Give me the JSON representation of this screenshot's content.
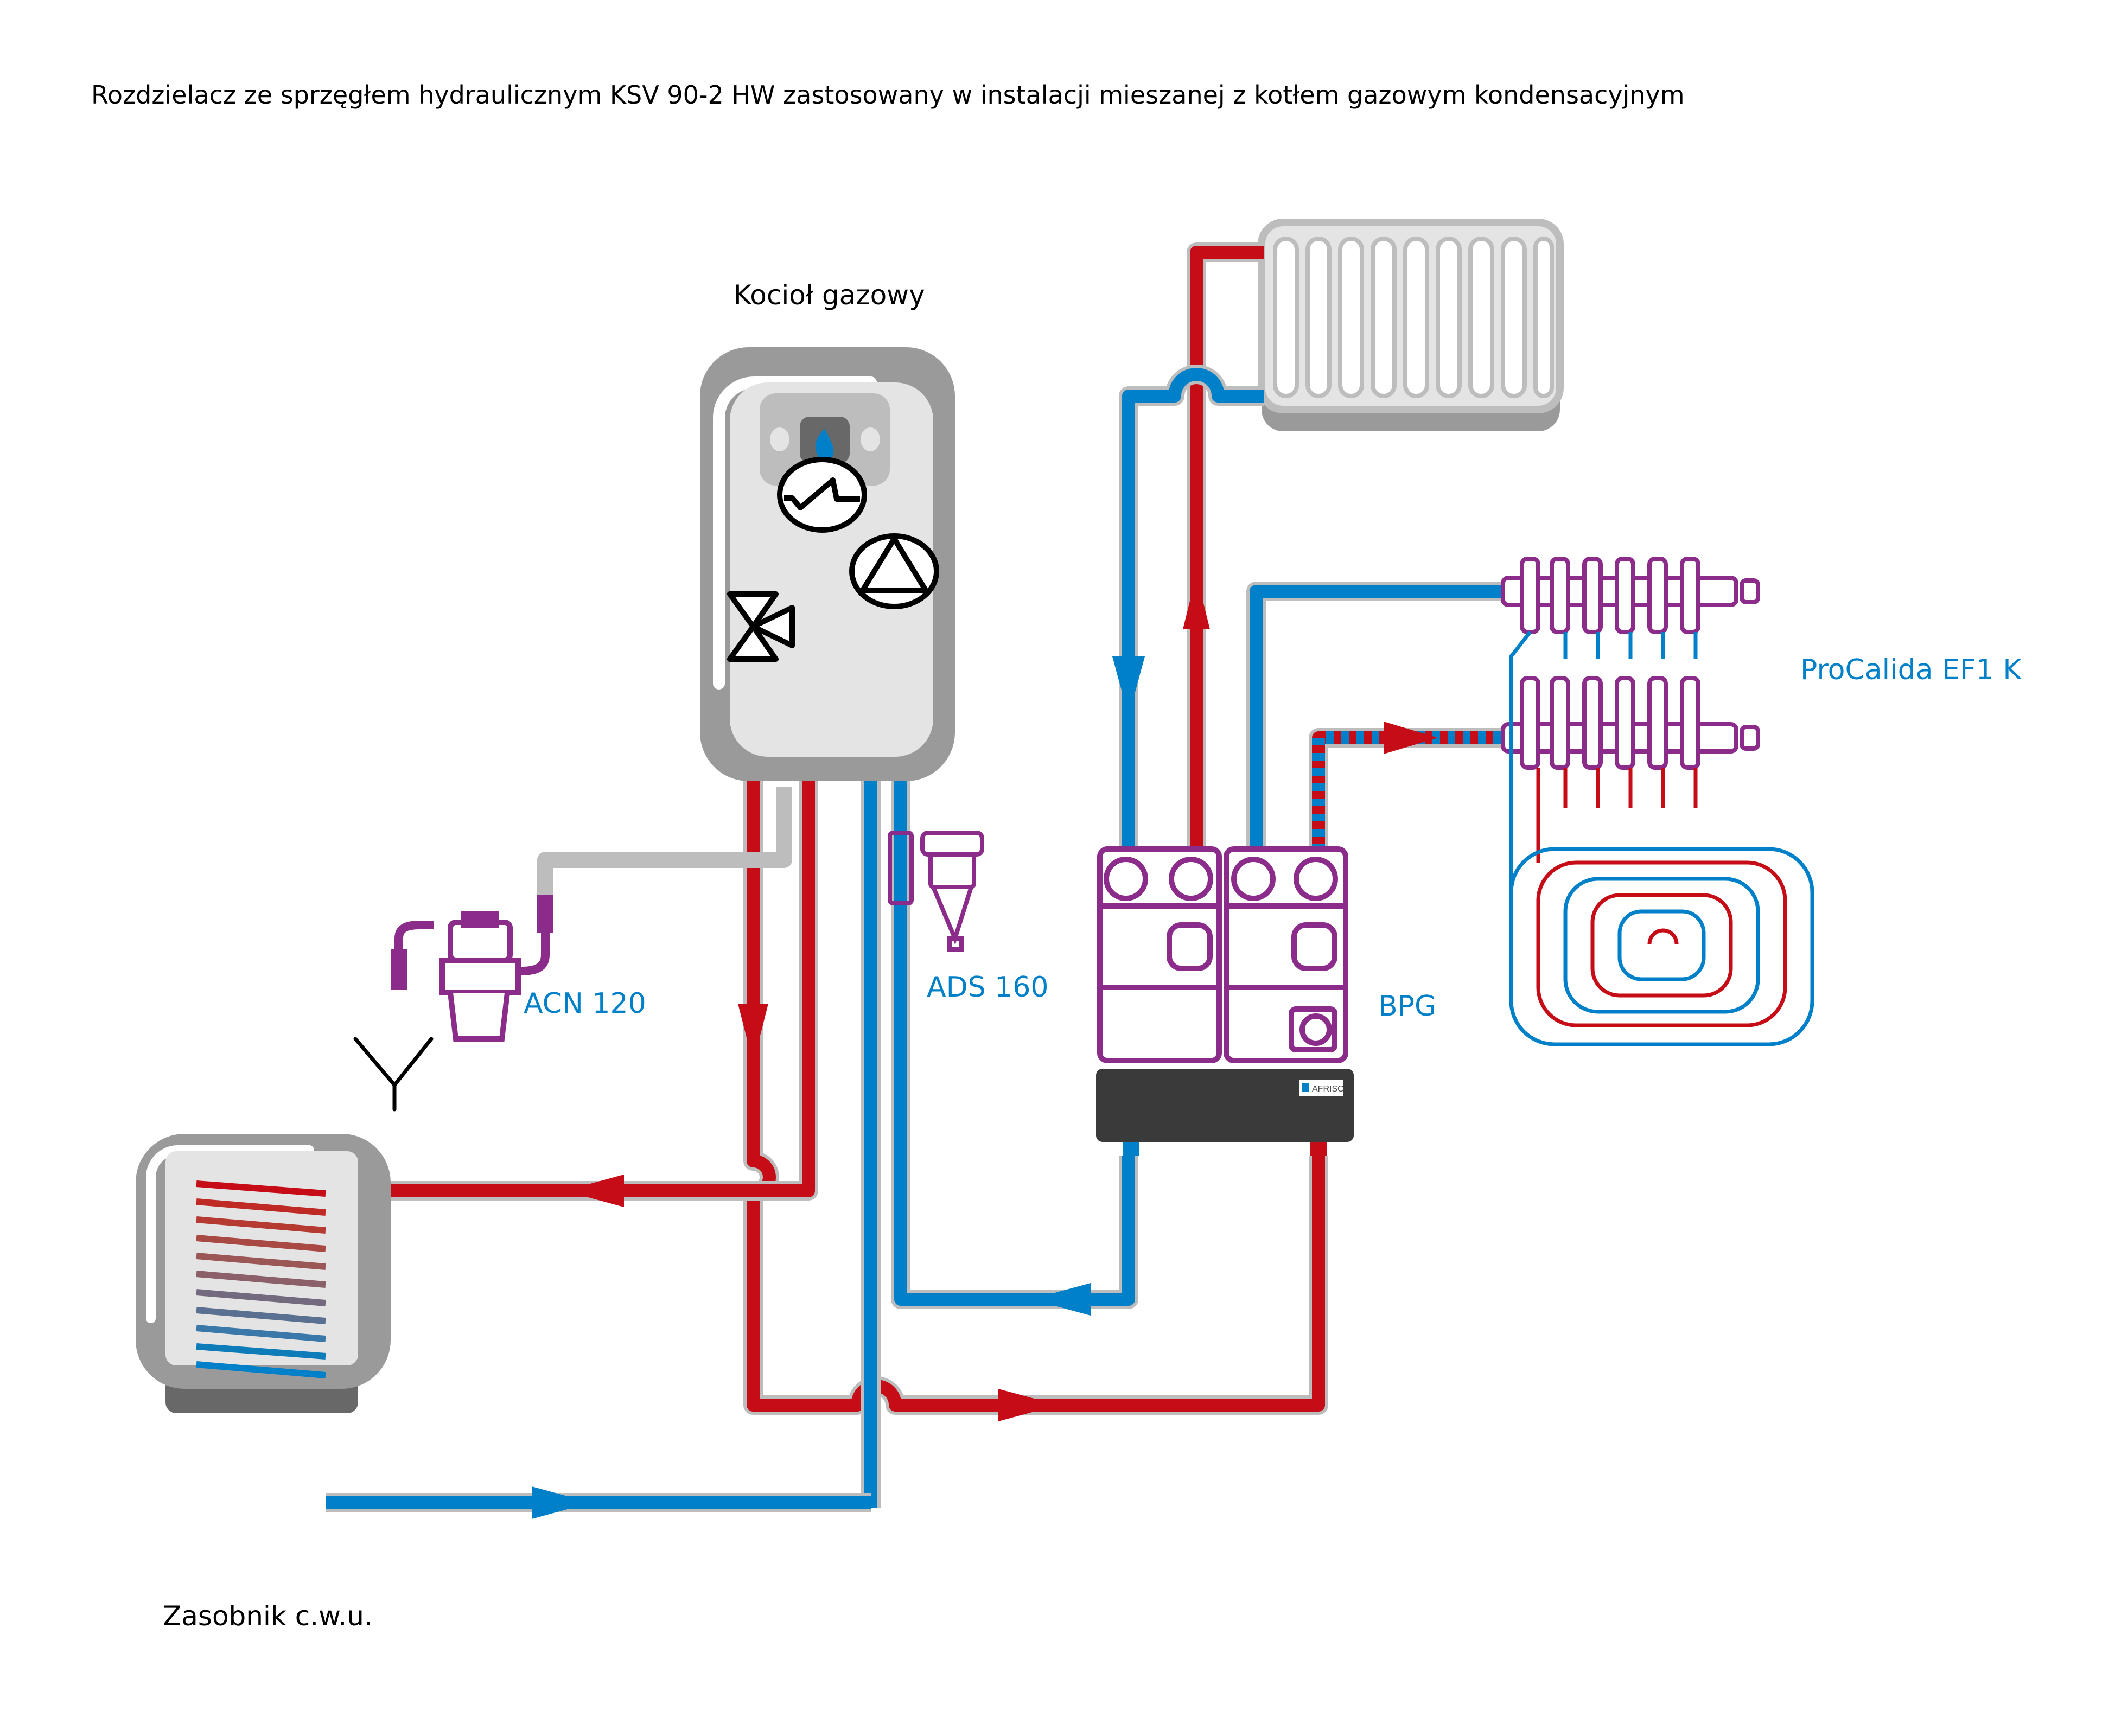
{
  "title": "Rozdzielacz ze sprzęgłem hydraulicznym KSV 90-2 HW zastosowany w instalacji mieszanej z kotłem gazowym kondensacyjnym",
  "labels": {
    "boiler": "Kocioł gazowy",
    "tank": "Zasobnik c.w.u.",
    "acn": "ACN 120",
    "ads": "ADS 160",
    "bpg": "BPG",
    "manifold": "ProCalida EF1 K",
    "brand": "AFRISO"
  },
  "colors": {
    "hot": "#c60c16",
    "cold": "#0080c9",
    "device": "#8b2c8a",
    "housing": "#9a9a9a",
    "housing_inner": "#e4e4e4"
  },
  "icons": {
    "boiler_panel": "flame-icon",
    "heat_exchanger": "heat-exchanger-symbol",
    "pump": "pump-symbol",
    "valve": "three-way-valve-symbol",
    "drain": "drain-funnel-symbol"
  }
}
